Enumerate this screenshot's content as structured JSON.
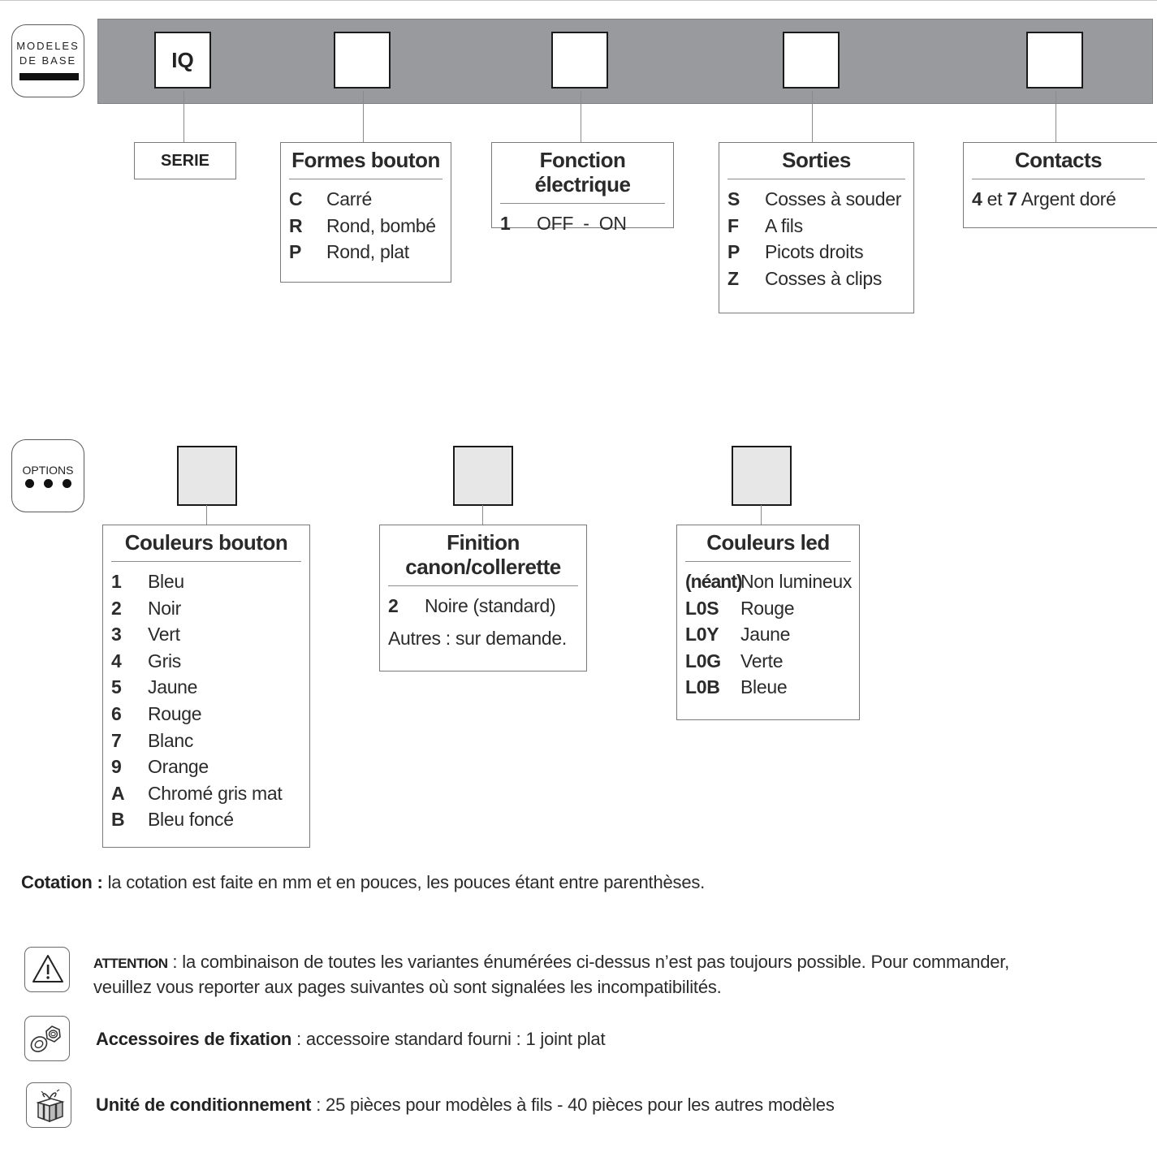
{
  "base": {
    "badge_line1": "MODELES",
    "badge_line2": "DE BASE",
    "serie_code": "IQ"
  },
  "options_badge": {
    "label": "OPTIONS"
  },
  "serie": {
    "title": "SERIE"
  },
  "formes": {
    "title": "Formes bouton",
    "items": [
      {
        "code": "C",
        "label": "Carré"
      },
      {
        "code": "R",
        "label": "Rond, bombé"
      },
      {
        "code": "P",
        "label": "Rond, plat"
      }
    ]
  },
  "fonction": {
    "title": "Fonction électrique",
    "items": [
      {
        "code": "1",
        "label": "OFF  -  ON"
      }
    ]
  },
  "sorties": {
    "title": "Sorties",
    "items": [
      {
        "code": "S",
        "label": "Cosses à souder"
      },
      {
        "code": "F",
        "label": "A fils"
      },
      {
        "code": "P",
        "label": "Picots droits"
      },
      {
        "code": "Z",
        "label": "Cosses à clips"
      }
    ]
  },
  "contacts": {
    "title": "Contacts",
    "code_a": "4",
    "connector": "et",
    "code_b": "7",
    "label": "Argent doré"
  },
  "couleurs_bouton": {
    "title": "Couleurs bouton",
    "items": [
      {
        "code": "1",
        "label": "Bleu"
      },
      {
        "code": "2",
        "label": "Noir"
      },
      {
        "code": "3",
        "label": "Vert"
      },
      {
        "code": "4",
        "label": "Gris"
      },
      {
        "code": "5",
        "label": "Jaune"
      },
      {
        "code": "6",
        "label": "Rouge"
      },
      {
        "code": "7",
        "label": "Blanc"
      },
      {
        "code": "9",
        "label": "Orange"
      },
      {
        "code": "A",
        "label": "Chromé gris mat"
      },
      {
        "code": "B",
        "label": "Bleu foncé"
      }
    ]
  },
  "finition": {
    "title_line1": "Finition",
    "title_line2": "canon/collerette",
    "items": [
      {
        "code": "2",
        "label": "Noire (standard)"
      }
    ],
    "note": "Autres : sur demande."
  },
  "couleurs_led": {
    "title": "Couleurs led",
    "items": [
      {
        "code": "(néant)",
        "label": "Non lumineux"
      },
      {
        "code": "L0S",
        "label": "Rouge"
      },
      {
        "code": "L0Y",
        "label": "Jaune"
      },
      {
        "code": "L0G",
        "label": "Verte"
      },
      {
        "code": "L0B",
        "label": "Bleue"
      }
    ]
  },
  "notes": {
    "cotation_label": "Cotation :",
    "cotation_text": " la cotation est faite en mm et en pouces, les pouces étant entre parenthèses.",
    "attention_label": "ATTENTION",
    "attention_text1": " : la combinaison de toutes les variantes énumérées ci-dessus n’est pas toujours possible. Pour commander,",
    "attention_text2": "veuillez vous reporter aux pages suivantes où sont signalées les incompatibilités.",
    "accessoires_label": "Accessoires de fixation",
    "accessoires_text": " : accessoire standard fourni : 1 joint plat",
    "unite_label": "Unité de conditionnement",
    "unite_text": " : 25 pièces pour modèles à fils - 40 pièces pour les autres modèles"
  },
  "icons": {
    "attention": "warning-triangle-icon",
    "accessoires": "nut-washer-icon",
    "unite": "gift-package-icon"
  }
}
